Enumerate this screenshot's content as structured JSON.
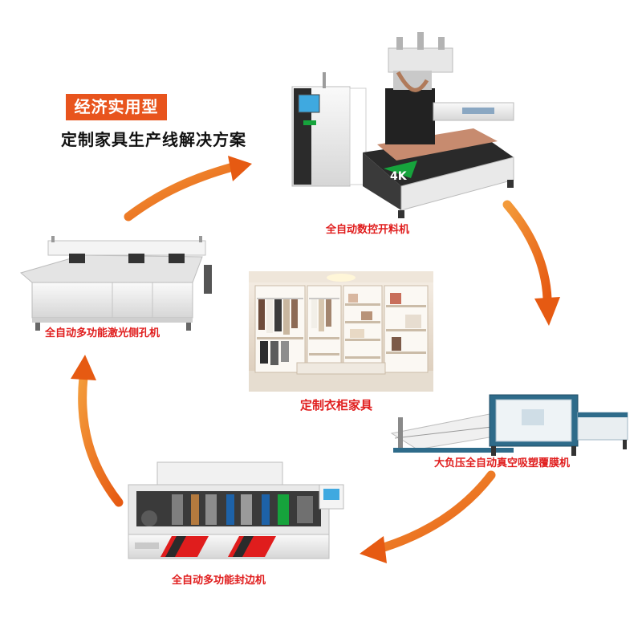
{
  "header": {
    "badge_label": "经济实用型",
    "subtitle": "定制家具生产线解决方案"
  },
  "center": {
    "caption": "定制衣柜家具"
  },
  "machines": {
    "cnc_cutting": {
      "caption": "全自动数控开料机",
      "screen_text": "4K"
    },
    "laser_drilling": {
      "caption": "全自动多功能激光侧孔机"
    },
    "vacuum_laminating": {
      "caption": "大负压全自动真空吸塑覆膜机"
    },
    "edge_banding": {
      "caption": "全自动多功能封边机"
    }
  },
  "colors": {
    "accent": "#e8541d",
    "caption_red": "#e01d1d",
    "machine_white": "#f1f1f1",
    "machine_green": "#16a33c",
    "laminator_blue": "#2e6b8a"
  }
}
